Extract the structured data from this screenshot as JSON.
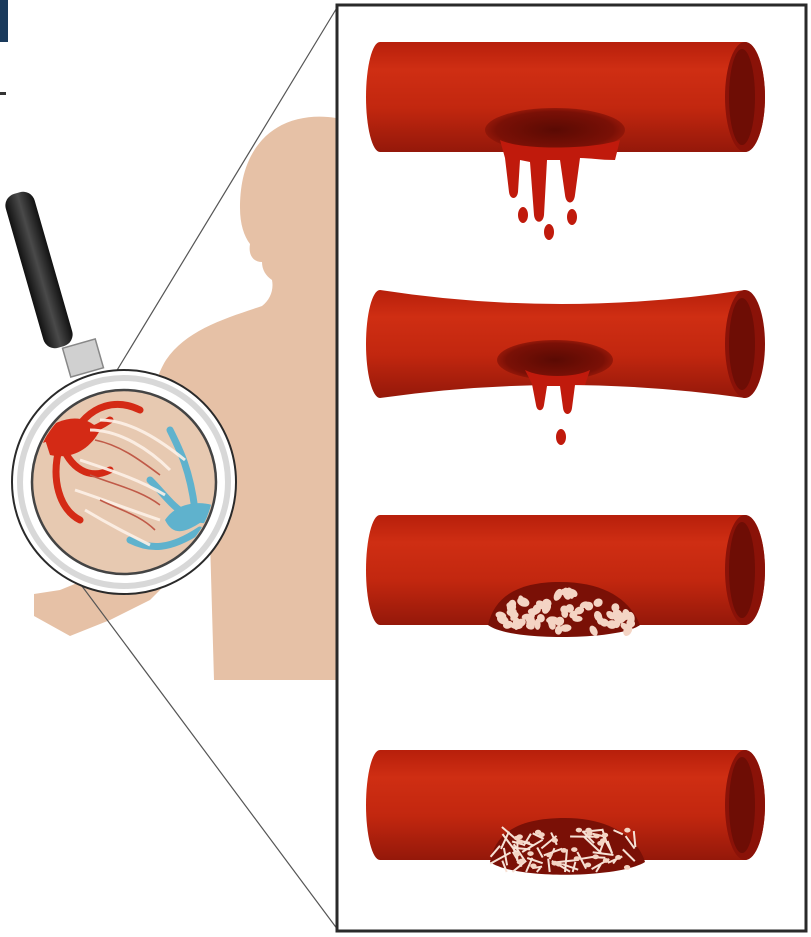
{
  "colors": {
    "background": "#ffffff",
    "silhouette": "#e6c1a6",
    "vessel_red": "#c2270f",
    "vessel_dark": "#8a1208",
    "wound": "#6b0d05",
    "blood": "#c01a0c",
    "platelet": "#f4d4c4",
    "fibrin": "#f7e2d6",
    "frame": "#2a2a2a",
    "corner_mark": "#1a3a5c",
    "lens_fill": "#e7c9b1",
    "artery": "#d42a15",
    "vein": "#5fb2cd",
    "handle": "#2b2b2b"
  },
  "icons": {
    "magnifier": "magnifying-glass-icon",
    "silhouette": "human-silhouette-icon"
  },
  "stages": [
    {
      "name": "vessel-injury-bleeding"
    },
    {
      "name": "vascular-spasm"
    },
    {
      "name": "platelet-plug"
    },
    {
      "name": "fibrin-clot"
    }
  ]
}
